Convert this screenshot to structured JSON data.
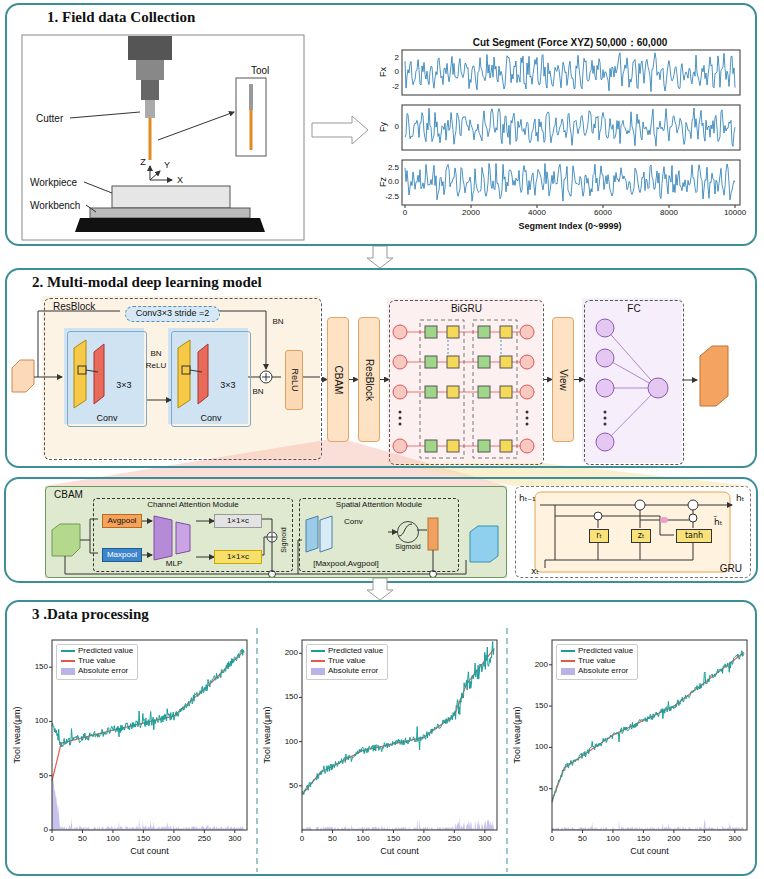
{
  "diagram": {
    "nodes": [
      {
        "text": [
          "1. Field data Collection"
        ]
      },
      {
        "text": [
          "2. Multi-modal deep learning model"
        ]
      },
      {
        "text": [
          "ResBlock"
        ],
        "in": 1
      },
      {
        "text": [
          "Conv3×3 stride =2"
        ],
        "in": 2
      },
      {
        "text": [
          "3×3",
          "Conv"
        ],
        "in": 2
      },
      {
        "text": [
          "3×3",
          "Conv"
        ],
        "in": 2
      },
      {
        "text": [
          "ReLU"
        ],
        "in": 2
      },
      {
        "text": [
          "CBAM"
        ],
        "in": 1
      },
      {
        "text": [
          "ResBlock"
        ],
        "in": 1
      },
      {
        "text": [
          "BiGRU"
        ],
        "in": 1
      },
      {
        "text": [
          "View"
        ],
        "in": 1
      },
      {
        "text": [
          "FC"
        ],
        "in": 1
      },
      {
        "text": [
          "CBAM"
        ]
      },
      {
        "text": [
          "Channel Attention Module"
        ],
        "in": 12
      },
      {
        "text": [
          "Avgpool"
        ],
        "in": 13
      },
      {
        "text": [
          "Maxpool"
        ],
        "in": 13
      },
      {
        "text": [
          "MLP"
        ],
        "in": 13
      },
      {
        "text": [
          "1×1×c"
        ],
        "in": 13
      },
      {
        "text": [
          "1×1×c"
        ],
        "in": 13
      },
      {
        "text": [
          "Spatial Attention Module"
        ],
        "in": 12
      },
      {
        "text": [
          "Conv",
          "[Maxpool,Avgpool]"
        ],
        "in": 19
      },
      {
        "text": [
          "Sigmoid"
        ],
        "in": 19
      },
      {
        "text": [
          "GRU"
        ]
      },
      {
        "text": [
          "rₜ"
        ],
        "in": 22
      },
      {
        "text": [
          "zₜ"
        ],
        "in": 22
      },
      {
        "text": [
          "tanh"
        ],
        "in": 22
      },
      {
        "text": [
          "3 .Data processing"
        ]
      }
    ],
    "edges": [
      {
        "from": 0,
        "to": 1,
        "arrow": "to"
      },
      {
        "from": 2,
        "to": 7,
        "arrow": "to"
      },
      {
        "from": 7,
        "to": 8,
        "arrow": "to"
      },
      {
        "from": 8,
        "to": 9,
        "arrow": "to"
      },
      {
        "from": 9,
        "to": 10,
        "arrow": "to"
      },
      {
        "from": 10,
        "to": 11,
        "arrow": "to"
      },
      {
        "from": 4,
        "to": 5,
        "arrow": "to"
      },
      {
        "from": 14,
        "to": 16,
        "arrow": "to"
      },
      {
        "from": 15,
        "to": 16,
        "arrow": "to"
      },
      {
        "from": 16,
        "to": 17,
        "arrow": "to"
      },
      {
        "from": 16,
        "to": 18,
        "arrow": "to"
      },
      {
        "from": 20,
        "to": 21,
        "arrow": "to"
      },
      {
        "from": 12,
        "to": 26,
        "arrow": "to"
      }
    ],
    "labels": [
      "Tool",
      "Cutter",
      "Workpiece",
      "Workbench",
      "Z",
      "Y",
      "X",
      "Cut Segment (Force XYZ) 50,000：60,000",
      "Fx",
      "Fy",
      "Fz",
      "2",
      "0",
      "-2",
      "0",
      "2.5",
      "0.0",
      "-2.5",
      "0",
      "2000",
      "4000",
      "6000",
      "8000",
      "10000",
      "Segment Index (0~9999)",
      "BN",
      "BN",
      "ReLU",
      "BN",
      "hₜ₋₁",
      "hₜ",
      "xₜ",
      "h̃ₜ",
      "Sigmoid",
      "Tool wear(μm)",
      "Cut count",
      "0",
      "50",
      "100",
      "150",
      "200",
      "250",
      "300",
      "0",
      "50",
      "100",
      "150",
      "Tool wear(μm)",
      "Cut count",
      "0",
      "50",
      "100",
      "150",
      "200",
      "250",
      "300",
      "50",
      "100",
      "150",
      "200",
      "Tool wear(μm)",
      "Cut count",
      "0",
      "50",
      "100",
      "150",
      "200",
      "250",
      "300",
      "50",
      "100",
      "150",
      "200"
    ],
    "legend": [
      {
        "text": "Predicted value"
      },
      {
        "text": "True value"
      },
      {
        "text": "Absolute error",
        "color": "#b9b3e6"
      },
      {
        "text": "Predicted value"
      },
      {
        "text": "True value"
      },
      {
        "text": "Absolute error",
        "color": "#b9b3e6"
      },
      {
        "text": "Predicted value"
      },
      {
        "text": "True value"
      },
      {
        "text": "Absolute error",
        "color": "#b9b3e6"
      }
    ]
  }
}
